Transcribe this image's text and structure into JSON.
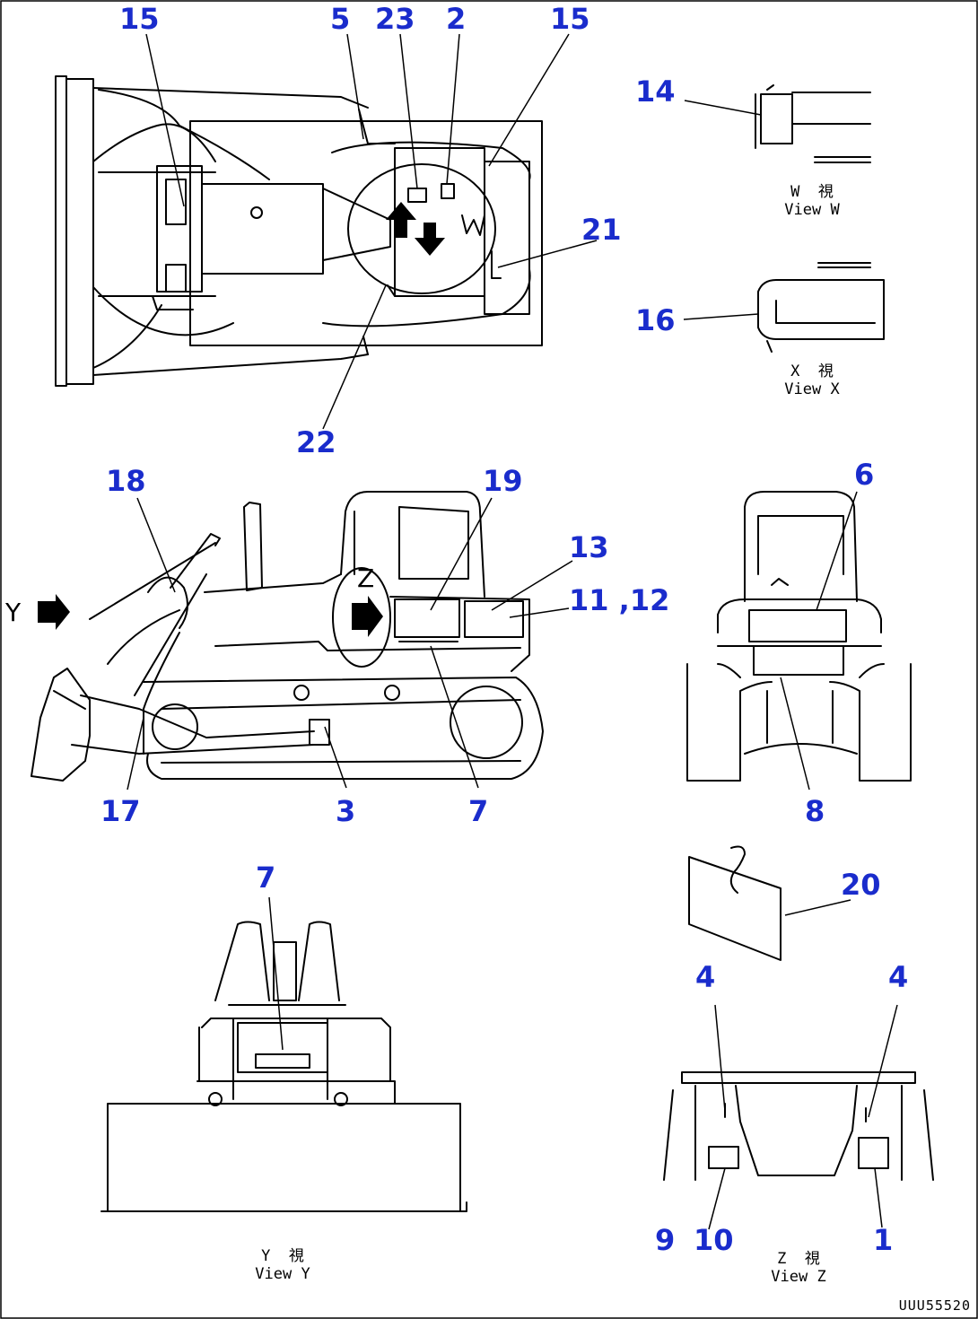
{
  "callouts": [
    {
      "id": "c15a",
      "text": "15"
    },
    {
      "id": "c5",
      "text": "5"
    },
    {
      "id": "c23",
      "text": "23"
    },
    {
      "id": "c2",
      "text": "2"
    },
    {
      "id": "c15b",
      "text": "15"
    },
    {
      "id": "c21",
      "text": "21"
    },
    {
      "id": "c22",
      "text": "22"
    },
    {
      "id": "c14",
      "text": "14"
    },
    {
      "id": "c16",
      "text": "16"
    },
    {
      "id": "c18",
      "text": "18"
    },
    {
      "id": "c19",
      "text": "19"
    },
    {
      "id": "c13",
      "text": "13"
    },
    {
      "id": "c1112",
      "text": "11 ,12"
    },
    {
      "id": "c6",
      "text": "6"
    },
    {
      "id": "c17",
      "text": "17"
    },
    {
      "id": "c3",
      "text": "3"
    },
    {
      "id": "c7a",
      "text": "7"
    },
    {
      "id": "c8",
      "text": "8"
    },
    {
      "id": "c7b",
      "text": "7"
    },
    {
      "id": "c20",
      "text": "20"
    },
    {
      "id": "c4a",
      "text": "4"
    },
    {
      "id": "c4b",
      "text": "4"
    },
    {
      "id": "c9",
      "text": "9"
    },
    {
      "id": "c10",
      "text": "10"
    },
    {
      "id": "c1",
      "text": "1"
    }
  ],
  "views": {
    "w": "W  視\nView W",
    "x": "X  視\nView X",
    "y": "Y  視\nView Y",
    "z": "Z  視\nView Z"
  },
  "markers": {
    "y": "Y",
    "z": "Z",
    "w": "W"
  },
  "drawing_code": "UUU55520",
  "colors": {
    "callout": "#1a2ccc",
    "line": "#000000"
  }
}
